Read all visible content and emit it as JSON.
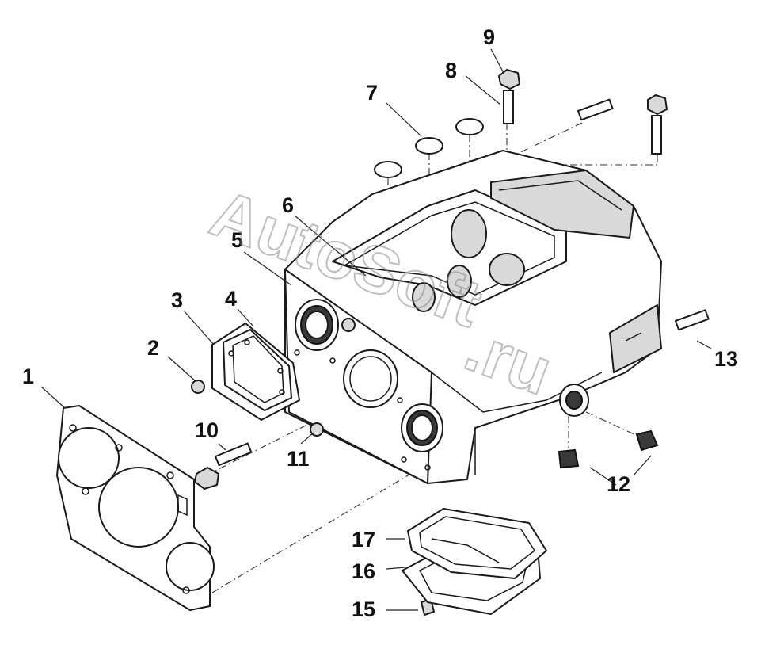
{
  "watermark": {
    "brand": "AutoSoft",
    "domain": ".ru"
  },
  "callouts": [
    {
      "id": "1",
      "label": "1"
    },
    {
      "id": "2",
      "label": "2"
    },
    {
      "id": "3",
      "label": "3"
    },
    {
      "id": "4",
      "label": "4"
    },
    {
      "id": "5",
      "label": "5"
    },
    {
      "id": "6",
      "label": "6"
    },
    {
      "id": "7",
      "label": "7"
    },
    {
      "id": "8",
      "label": "8"
    },
    {
      "id": "9",
      "label": "9"
    },
    {
      "id": "10",
      "label": "10"
    },
    {
      "id": "11",
      "label": "11"
    },
    {
      "id": "12",
      "label": "12"
    },
    {
      "id": "13",
      "label": "13"
    },
    {
      "id": "15",
      "label": "15"
    },
    {
      "id": "16",
      "label": "16"
    },
    {
      "id": "17",
      "label": "17"
    }
  ]
}
